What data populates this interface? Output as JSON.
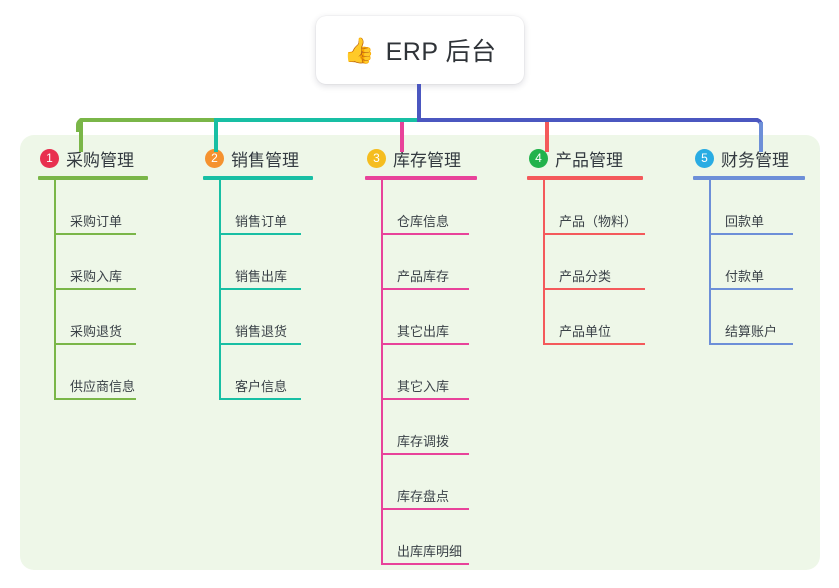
{
  "root": {
    "icon": "thumbs-up-icon",
    "emoji": "👍",
    "title": "ERP 后台"
  },
  "colors": {
    "panel_bg": "#eef7e8",
    "page_bg": "#ffffff",
    "stem": "#4b57c0",
    "bus_green": "#7ab648",
    "bus_teal": "#18bfa4",
    "bus_blue": "#4b57c0",
    "text": "#333a40"
  },
  "branches": [
    {
      "index": "1",
      "badge_number": "1",
      "badge_color": "#e8304f",
      "line_color": "#7ab648",
      "title": "采购管理",
      "items": [
        {
          "label": "采购订单"
        },
        {
          "label": "采购入库"
        },
        {
          "label": "采购退货"
        },
        {
          "label": "供应商信息"
        }
      ]
    },
    {
      "index": "2",
      "badge_number": "2",
      "badge_color": "#f5922f",
      "line_color": "#18bfa4",
      "title": "销售管理",
      "items": [
        {
          "label": "销售订单"
        },
        {
          "label": "销售出库"
        },
        {
          "label": "销售退货"
        },
        {
          "label": "客户信息"
        }
      ]
    },
    {
      "index": "3",
      "badge_number": "3",
      "badge_color": "#f5bd1f",
      "line_color": "#e8439a",
      "title": "库存管理",
      "items": [
        {
          "label": "仓库信息"
        },
        {
          "label": "产品库存"
        },
        {
          "label": "其它出库"
        },
        {
          "label": "其它入库"
        },
        {
          "label": "库存调拨"
        },
        {
          "label": "库存盘点"
        },
        {
          "label": "出库库明细"
        }
      ]
    },
    {
      "index": "4",
      "badge_number": "4",
      "badge_color": "#22b24c",
      "line_color": "#f4595b",
      "title": "产品管理",
      "items": [
        {
          "label": "产品（物料）"
        },
        {
          "label": "产品分类"
        },
        {
          "label": "产品单位"
        }
      ]
    },
    {
      "index": "5",
      "badge_number": "5",
      "badge_color": "#29ace3",
      "line_color": "#6d8fd8",
      "title": "财务管理",
      "items": [
        {
          "label": "回款单"
        },
        {
          "label": "付款单"
        },
        {
          "label": "结算账户"
        }
      ]
    }
  ]
}
